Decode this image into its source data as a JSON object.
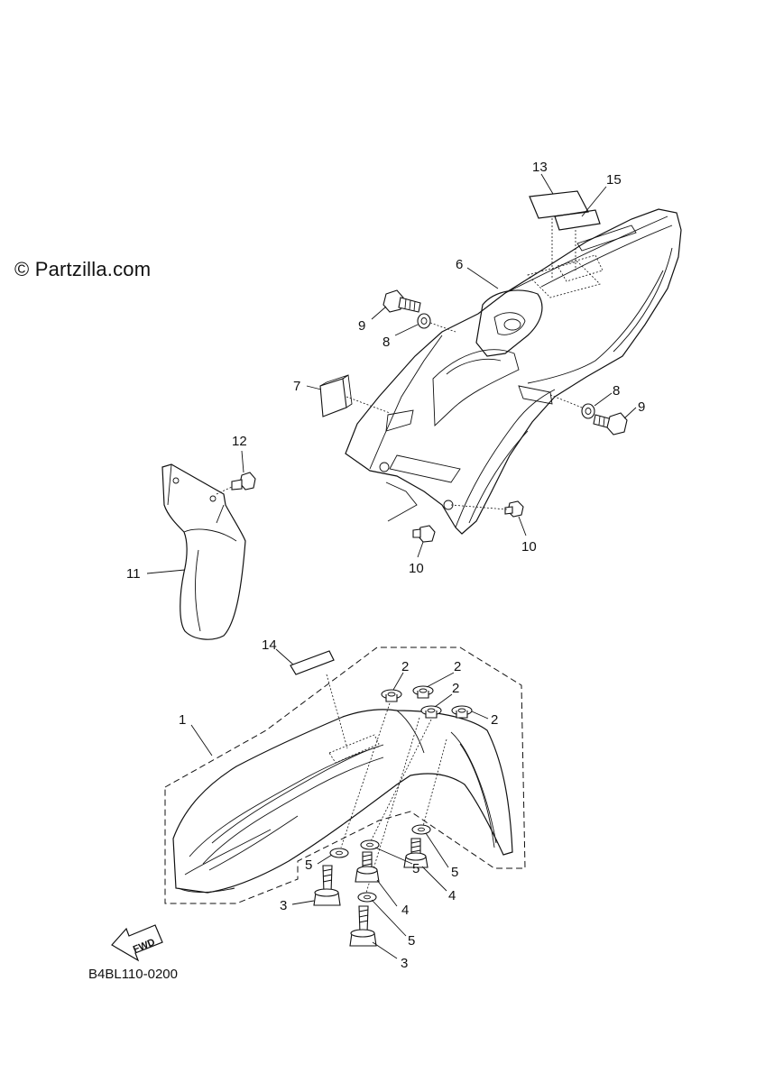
{
  "watermark": "© Partzilla.com",
  "diagram_code": "B4BL110-0200",
  "fwd_label": "FWD",
  "callouts": {
    "c13": "13",
    "c15": "15",
    "c6": "6",
    "c9a": "9",
    "c8a": "8",
    "c7": "7",
    "c8b": "8",
    "c9b": "9",
    "c12": "12",
    "c11": "11",
    "c10a": "10",
    "c10b": "10",
    "c14": "14",
    "c1": "1",
    "c2a": "2",
    "c2b": "2",
    "c2c": "2",
    "c2d": "2",
    "c5a": "5",
    "c5b": "5",
    "c5c": "5",
    "c5d": "5",
    "c3a": "3",
    "c3b": "3",
    "c4a": "4",
    "c4b": "4"
  }
}
